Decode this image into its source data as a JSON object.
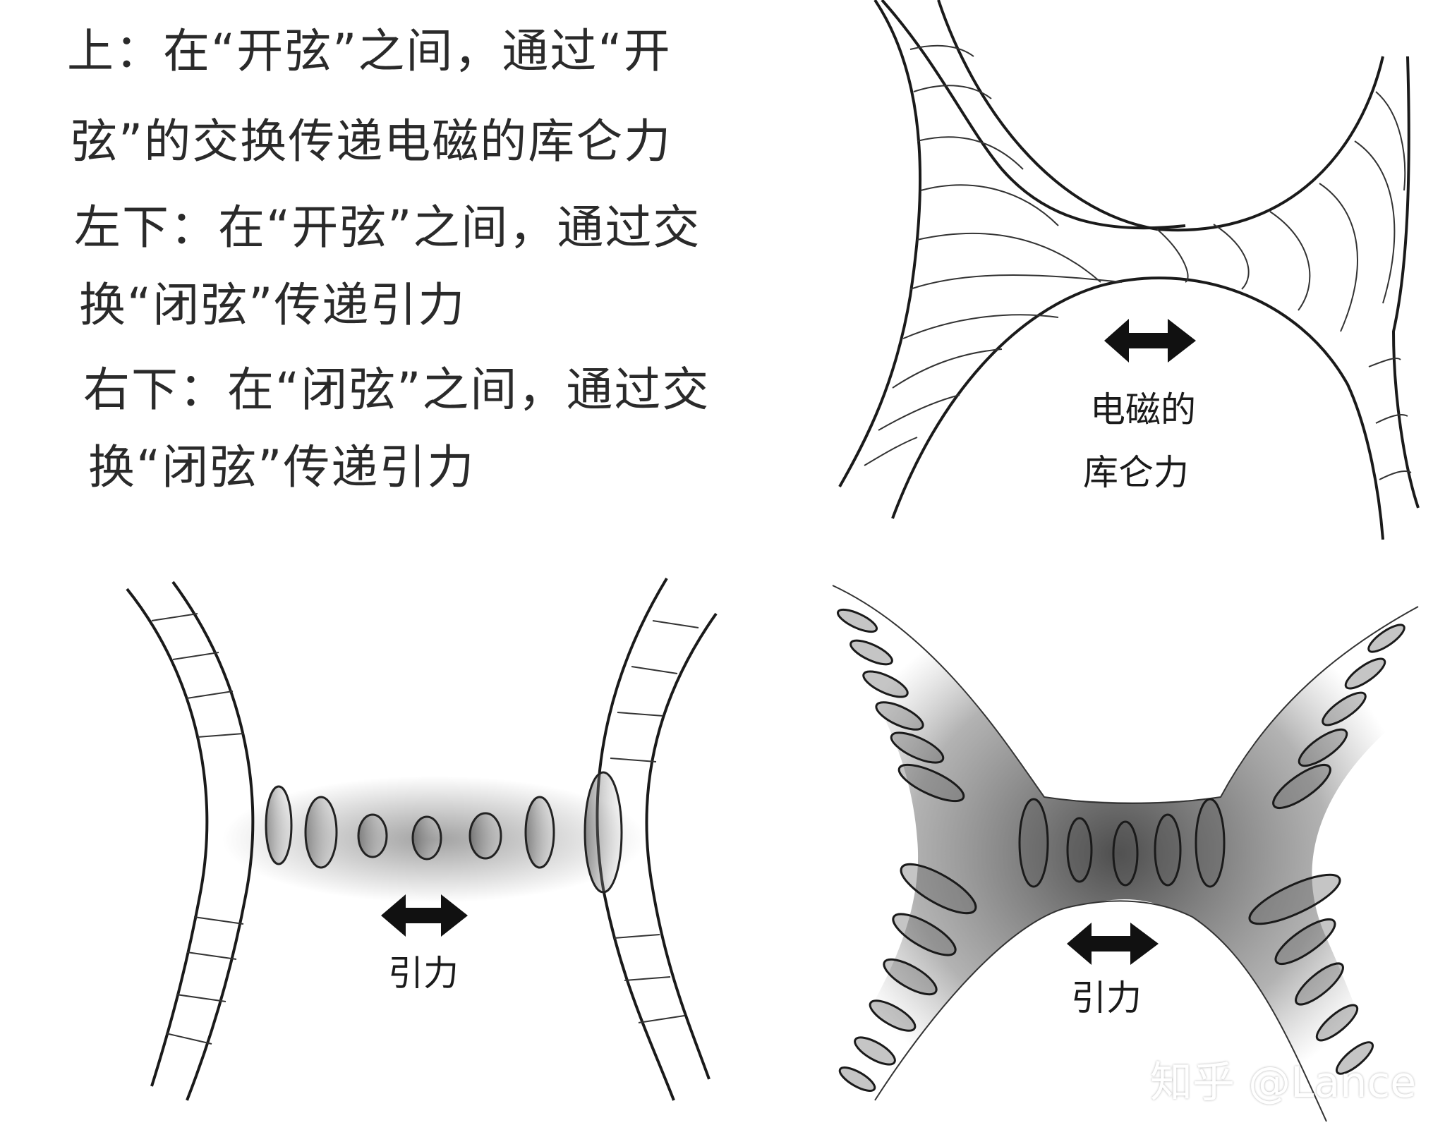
{
  "captions": {
    "top_line1": "上：在“开弦”之间，通过“开",
    "top_line2": "弦”的交换传递电磁的库仑力",
    "bottom_left_line1": "左下：在“开弦”之间，通过交",
    "bottom_left_line2": "换“闭弦”传递引力",
    "bottom_right_line1": "右下：在“闭弦”之间，通过交",
    "bottom_right_line2": "换“闭弦”传递引力"
  },
  "panels": {
    "top_right": {
      "label_line1": "电磁的",
      "label_line2": "库仑力"
    },
    "bottom_left": {
      "label": "引力"
    },
    "bottom_right": {
      "label": "引力"
    }
  },
  "watermark": "知乎 @Lance",
  "colors": {
    "ink": "#1a1a1a",
    "paper": "#ffffff",
    "shade": "#7a7a7a"
  }
}
